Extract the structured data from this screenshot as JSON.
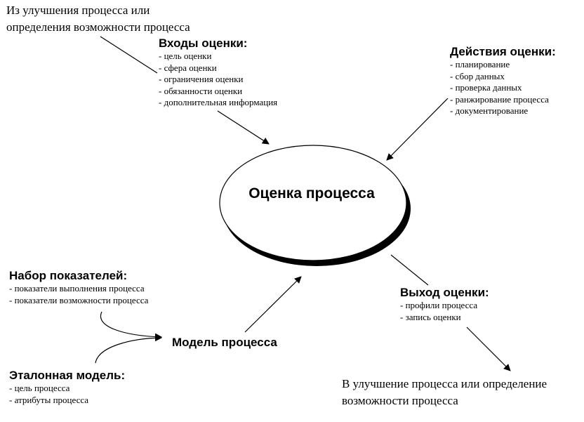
{
  "source_text": [
    "Из улучшения процесса или",
    "определения возможности процесса"
  ],
  "inputs": {
    "title": "Входы оценки:",
    "items": [
      "- цель оценки",
      "- сфера оценки",
      "- ограничения оценки",
      "- обязанности оценки",
      "- дополнительная информация"
    ]
  },
  "actions": {
    "title": "Действия оценки:",
    "items": [
      "- планирование",
      "- сбор данных",
      "- проверка данных",
      "- ранжирование процесса",
      "- документирование"
    ]
  },
  "center": {
    "title": "Оценка процесса"
  },
  "indicators": {
    "title": "Набор показателей:",
    "items": [
      "- показатели выполнения процесса",
      "- показатели возможности процесса"
    ]
  },
  "process_model": {
    "title": "Модель процесса"
  },
  "reference_model": {
    "title": "Эталонная модель:",
    "items": [
      "- цель процесса",
      "- атрибуты процесса"
    ]
  },
  "outputs": {
    "title": "Выход оценки:",
    "items": [
      "- профили процесса",
      "- запись оценки"
    ]
  },
  "destination_text": [
    "В улучшение процесса или определение",
    "возможности процесса"
  ]
}
